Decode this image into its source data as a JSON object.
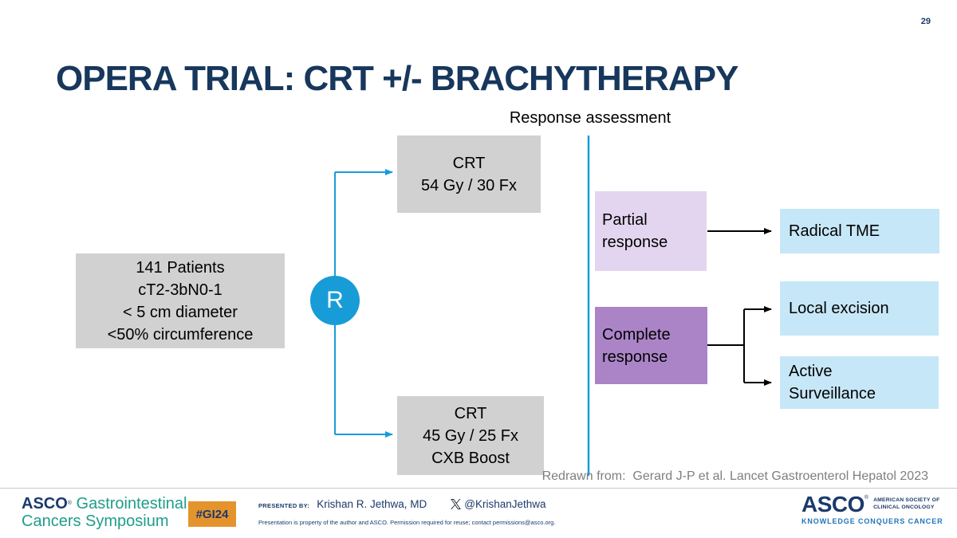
{
  "page_number": "29",
  "title": "OPERA TRIAL: CRT +/- BRACHYTHERAPY",
  "diagram": {
    "response_assessment_label": "Response assessment",
    "patients_box": {
      "lines": [
        "141 Patients",
        "cT2-3bN0-1",
        "< 5 cm diameter",
        "<50% circumference"
      ]
    },
    "randomization_label": "R",
    "crt_top_box": {
      "lines": [
        "CRT",
        "54 Gy / 30 Fx"
      ]
    },
    "crt_bottom_box": {
      "lines": [
        "CRT",
        "45 Gy / 25 Fx",
        "CXB Boost"
      ]
    },
    "partial_response_box": {
      "label": "Partial response"
    },
    "complete_response_box": {
      "label": "Complete response"
    },
    "radical_tme_box": {
      "label": "Radical TME"
    },
    "local_excision_box": {
      "label": "Local excision"
    },
    "active_surveillance_box": {
      "label": "Active Surveillance"
    }
  },
  "citation": "Redrawn from:  Gerard J-P et al. Lancet Gastroenterol Hepatol 2023",
  "footer": {
    "symposium_logo": {
      "asco": "ASCO",
      "trademark": "®",
      "word1": "Gastrointestinal",
      "word2": "Cancers Symposium"
    },
    "hashtag_badge": "#GI24",
    "presented_by_label": "PRESENTED BY:",
    "presenter_name": "Krishan R. Jethwa, MD",
    "twitter_handle": "@KrishanJethwa",
    "disclaimer": "Presentation is property of the author and ASCO. Permission required for reuse; contact permissions@asco.org.",
    "asco_logo": {
      "name": "ASCO",
      "trademark": "®",
      "society_line1": "AMERICAN SOCIETY OF",
      "society_line2": "CLINICAL ONCOLOGY",
      "tagline": "KNOWLEDGE CONQUERS CANCER"
    }
  },
  "colors": {
    "navy": "#17375c",
    "accent_blue": "#189cd8",
    "box_gray": "#d1d1d1",
    "purple_light": "#e3d5ef",
    "purple": "#ab84c8",
    "light_blue": "#c6e7f7",
    "badge_orange": "#e5942d",
    "symposium_teal": "#1f9d8b",
    "tagline_blue": "#1d76bc",
    "citation_gray": "#7f7f7f"
  }
}
